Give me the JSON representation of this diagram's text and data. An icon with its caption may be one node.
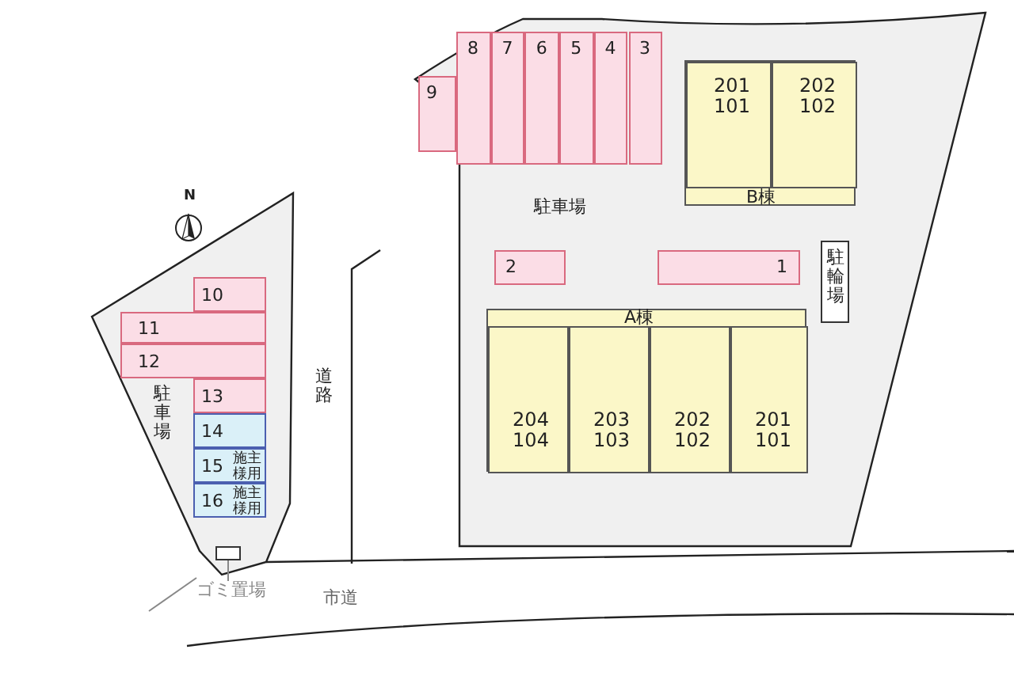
{
  "diagram": {
    "nodes": [
      {
        "text": [
          "9"
        ]
      },
      {
        "text": [
          "8"
        ]
      },
      {
        "text": [
          "7"
        ]
      },
      {
        "text": [
          "6"
        ]
      },
      {
        "text": [
          "5"
        ]
      },
      {
        "text": [
          "4"
        ]
      },
      {
        "text": [
          "3"
        ]
      },
      {
        "text": [
          "B棟"
        ]
      },
      {
        "text": [
          "201 101"
        ],
        "in": 7
      },
      {
        "text": [
          "202 102"
        ],
        "in": 7
      },
      {
        "text": [
          "2"
        ]
      },
      {
        "text": [
          "1"
        ]
      },
      {
        "text": [
          "駐輪場"
        ]
      },
      {
        "text": [
          "A棟"
        ]
      },
      {
        "text": [
          "204 104"
        ],
        "in": 13
      },
      {
        "text": [
          "203 103"
        ],
        "in": 13
      },
      {
        "text": [
          "202 102"
        ],
        "in": 13
      },
      {
        "text": [
          "201 101"
        ],
        "in": 13
      },
      {
        "text": [
          "10"
        ]
      },
      {
        "text": [
          "11"
        ]
      },
      {
        "text": [
          "12"
        ]
      },
      {
        "text": [
          "13"
        ]
      },
      {
        "text": [
          "14"
        ]
      },
      {
        "text": [
          "15",
          "施主様用"
        ]
      },
      {
        "text": [
          "16",
          "施主様用"
        ]
      },
      {
        "text": [],
        "shape": "box"
      },
      {
        "text": [
          "ゴミ置場"
        ]
      }
    ],
    "edges": [
      {
        "from": 26,
        "to": 25,
        "arrow": "none"
      }
    ],
    "labels": [
      "N",
      "駐車場",
      "道路",
      "駐車場",
      "市道"
    ]
  }
}
